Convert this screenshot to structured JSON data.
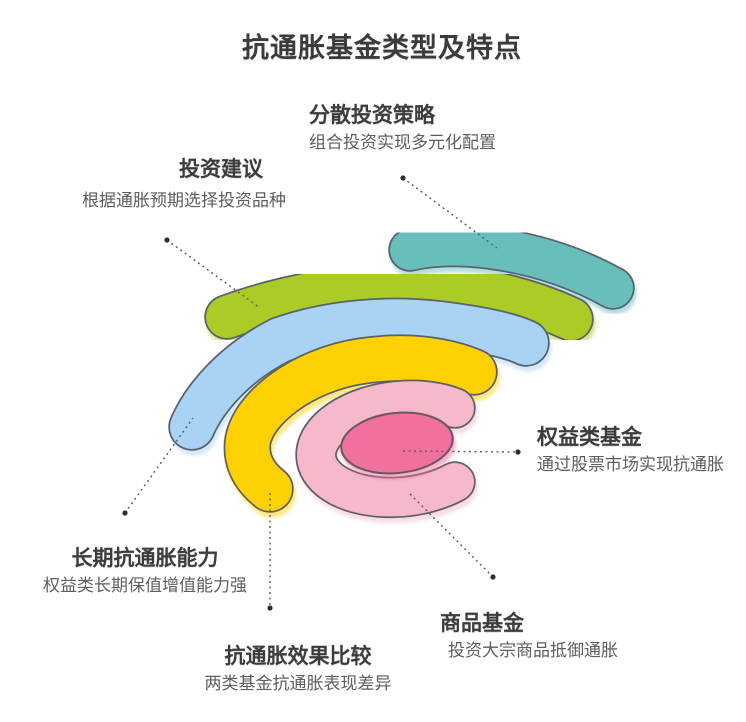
{
  "title": "抗通胀基金类型及特点",
  "labels": {
    "strategy": {
      "title": "分散投资策略",
      "subtitle": "组合投资实现多元化配置"
    },
    "advice": {
      "title": "投资建议",
      "subtitle": "根据通胀预期选择投资品种"
    },
    "equity": {
      "title": "权益类基金",
      "subtitle": "通过股票市场实现抗通胀"
    },
    "longterm": {
      "title": "长期抗通胀能力",
      "subtitle": "权益类长期保值增值能力强"
    },
    "compare": {
      "title": "抗通胀效果比较",
      "subtitle": "两类基金抗通胀表现差异"
    },
    "commodity": {
      "title": "商品基金",
      "subtitle": "投资大宗商品抵御通胀"
    }
  },
  "diagram": {
    "arcs": [
      {
        "name": "teal-arc",
        "color": "#67bebb",
        "linked_label": "分散投资策略"
      },
      {
        "name": "green-arc",
        "color": "#abcb26",
        "linked_label": "投资建议"
      },
      {
        "name": "blue-arc",
        "color": "#a9d3f5",
        "linked_label": "长期抗通胀能力"
      },
      {
        "name": "yellow-arc",
        "color": "#ffd106",
        "linked_label": "抗通胀效果比较"
      },
      {
        "name": "pink-arc",
        "color": "#f6b9c9",
        "linked_label": "商品基金"
      },
      {
        "name": "center-ellipse",
        "color": "#f0709f",
        "linked_label": "权益类基金"
      }
    ],
    "outline_color": "#5b616b",
    "connector_color": "#5c5c5c",
    "connector_dot_color": "#2e2e2e"
  },
  "text_colors": {
    "heading": "#3c3c3c",
    "subtitle": "#5e5e5e",
    "title": "#3b3b3b"
  }
}
